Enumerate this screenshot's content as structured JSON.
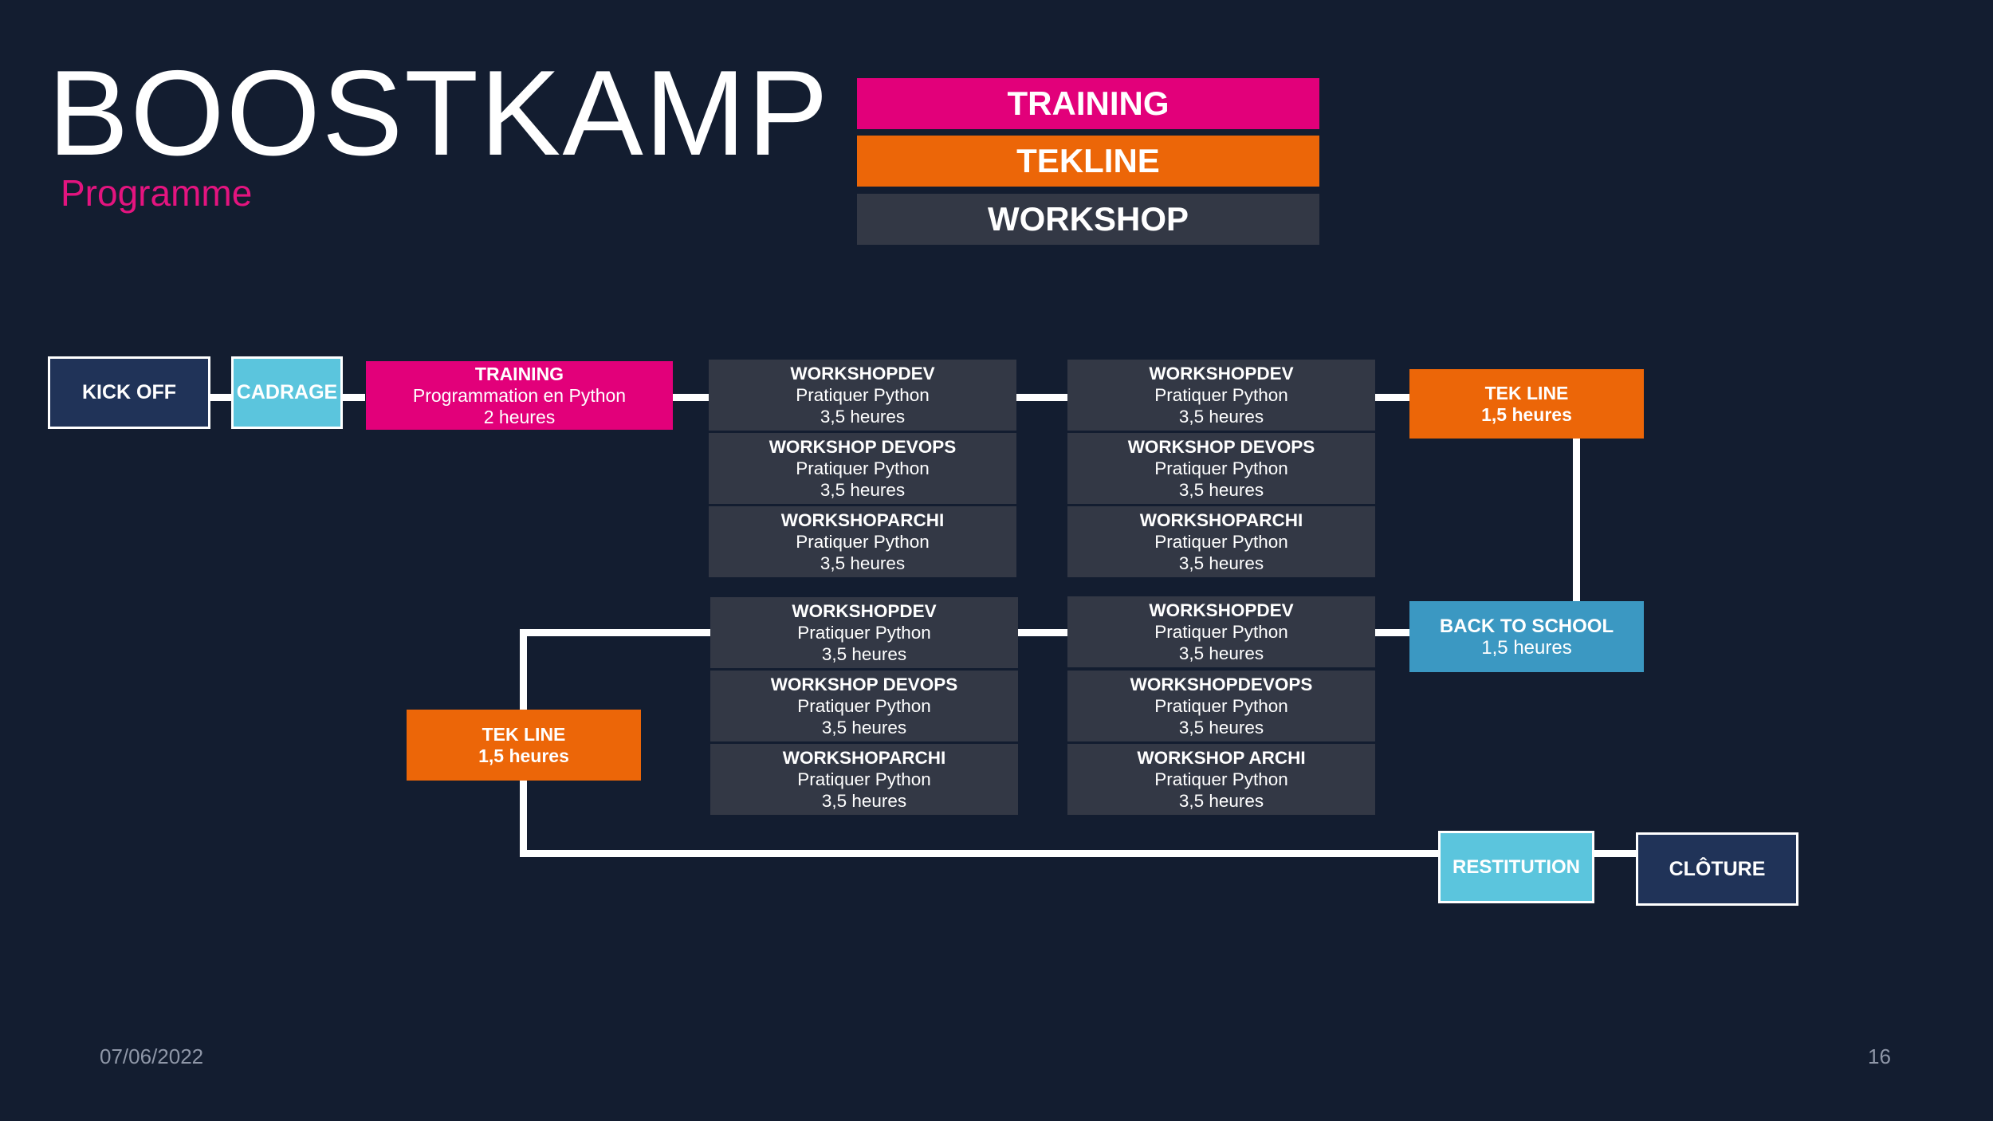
{
  "slide": {
    "title": "BOOSTKAMP",
    "subtitle": "Programme",
    "date": "07/06/2022",
    "page_number": "16"
  },
  "legend": [
    {
      "label": "TRAINING",
      "color": "#e2007a"
    },
    {
      "label": "TEKLINE",
      "color": "#ec6608"
    },
    {
      "label": "WORKSHOP",
      "color": "#333845"
    }
  ],
  "flow": {
    "kickoff": {
      "label": "KICK OFF"
    },
    "cadrage": {
      "label": "CADRAGE"
    },
    "training": {
      "title": "TRAINING",
      "line1": "Programmation en Python",
      "line2": "2 heures"
    },
    "tekline_top": {
      "title": "TEK LINE",
      "line1": "1,5 heures"
    },
    "back_to_school": {
      "title": "BACK TO SCHOOL",
      "line1": "1,5 heures"
    },
    "tekline_left": {
      "title": "TEK LINE",
      "line1": "1,5 heures"
    },
    "restitution": {
      "label": "RESTITUTION"
    },
    "cloture": {
      "label": "CLÔTURE"
    }
  },
  "workshop_groups": [
    [
      {
        "title": "WORKSHOPDEV",
        "line1": "Pratiquer Python",
        "line2": "3,5 heures"
      },
      {
        "title": "WORKSHOP DEVOPS",
        "line1": "Pratiquer Python",
        "line2": "3,5 heures"
      },
      {
        "title": "WORKSHOPARCHI",
        "line1": "Pratiquer Python",
        "line2": "3,5 heures"
      }
    ],
    [
      {
        "title": "WORKSHOPDEV",
        "line1": "Pratiquer Python",
        "line2": "3,5 heures"
      },
      {
        "title": "WORKSHOP DEVOPS",
        "line1": "Pratiquer Python",
        "line2": "3,5 heures"
      },
      {
        "title": "WORKSHOPARCHI",
        "line1": "Pratiquer Python",
        "line2": "3,5 heures"
      }
    ],
    [
      {
        "title": "WORKSHOPDEV",
        "line1": "Pratiquer Python",
        "line2": "3,5 heures"
      },
      {
        "title": "WORKSHOP DEVOPS",
        "line1": "Pratiquer Python",
        "line2": "3,5 heures"
      },
      {
        "title": "WORKSHOPARCHI",
        "line1": "Pratiquer Python",
        "line2": "3,5 heures"
      }
    ],
    [
      {
        "title": "WORKSHOPDEV",
        "line1": "Pratiquer Python",
        "line2": "3,5 heures"
      },
      {
        "title": "WORKSHOPDEVOPS",
        "line1": "Pratiquer Python",
        "line2": "3,5 heures"
      },
      {
        "title": "WORKSHOP ARCHI",
        "line1": "Pratiquer Python",
        "line2": "3,5 heures"
      }
    ]
  ]
}
